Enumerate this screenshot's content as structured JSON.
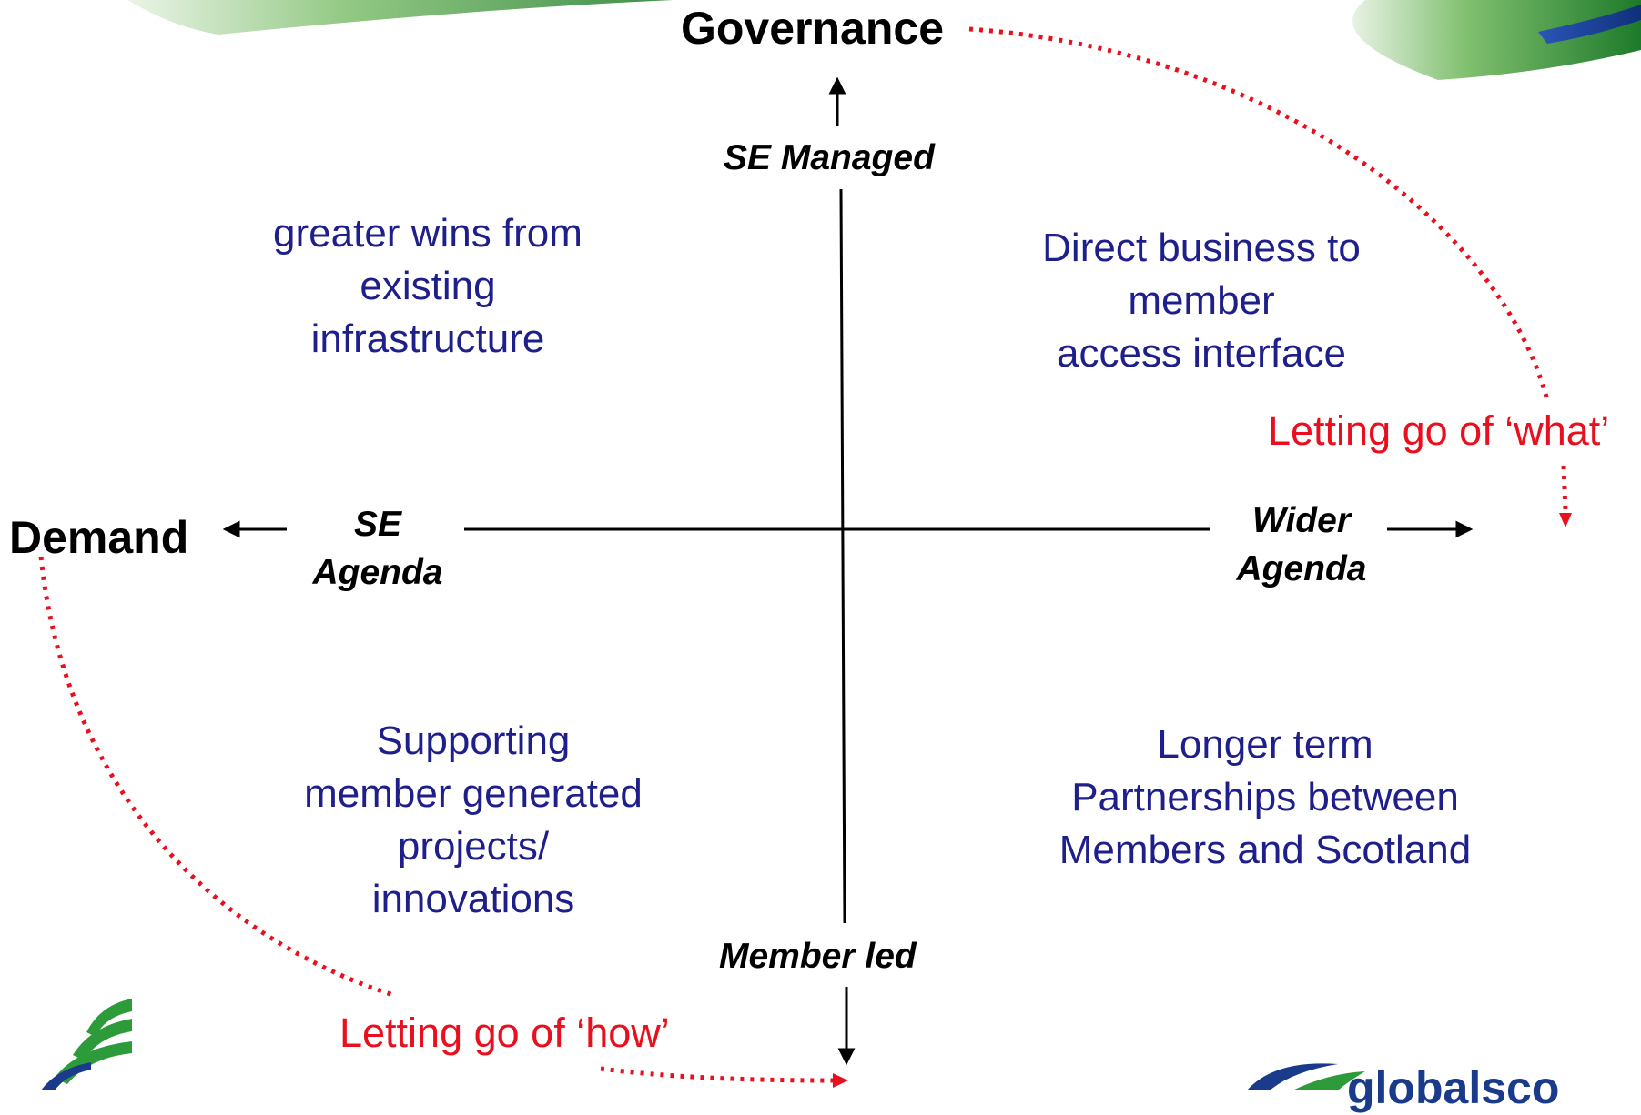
{
  "diagram": {
    "governance_title": "Governance",
    "demand_title": "Demand",
    "top_label": "SE Managed",
    "bottom_label": "Member led",
    "left_label": [
      "SE",
      "Agenda"
    ],
    "right_label": [
      "Wider",
      "Agenda"
    ],
    "quadrants": {
      "top_left": [
        "greater wins from",
        "existing",
        "infrastructure"
      ],
      "top_right": [
        "Direct business to",
        "member",
        "access interface"
      ],
      "bottom_left": [
        "Supporting",
        "member generated",
        "projects/",
        "innovations"
      ],
      "bottom_right": [
        "Longer term",
        "Partnerships between",
        "Members and Scotland"
      ]
    },
    "letting_go_what": "Letting go of ‘what’",
    "letting_go_how": "Letting go of ‘how’",
    "logo_text": "globalsco"
  },
  "colors": {
    "quadrant_text": "#1f1f8c",
    "annotation_red": "#e8101e",
    "banner_green": "#2e8b2e",
    "logo_blue": "#1a3a8c"
  }
}
